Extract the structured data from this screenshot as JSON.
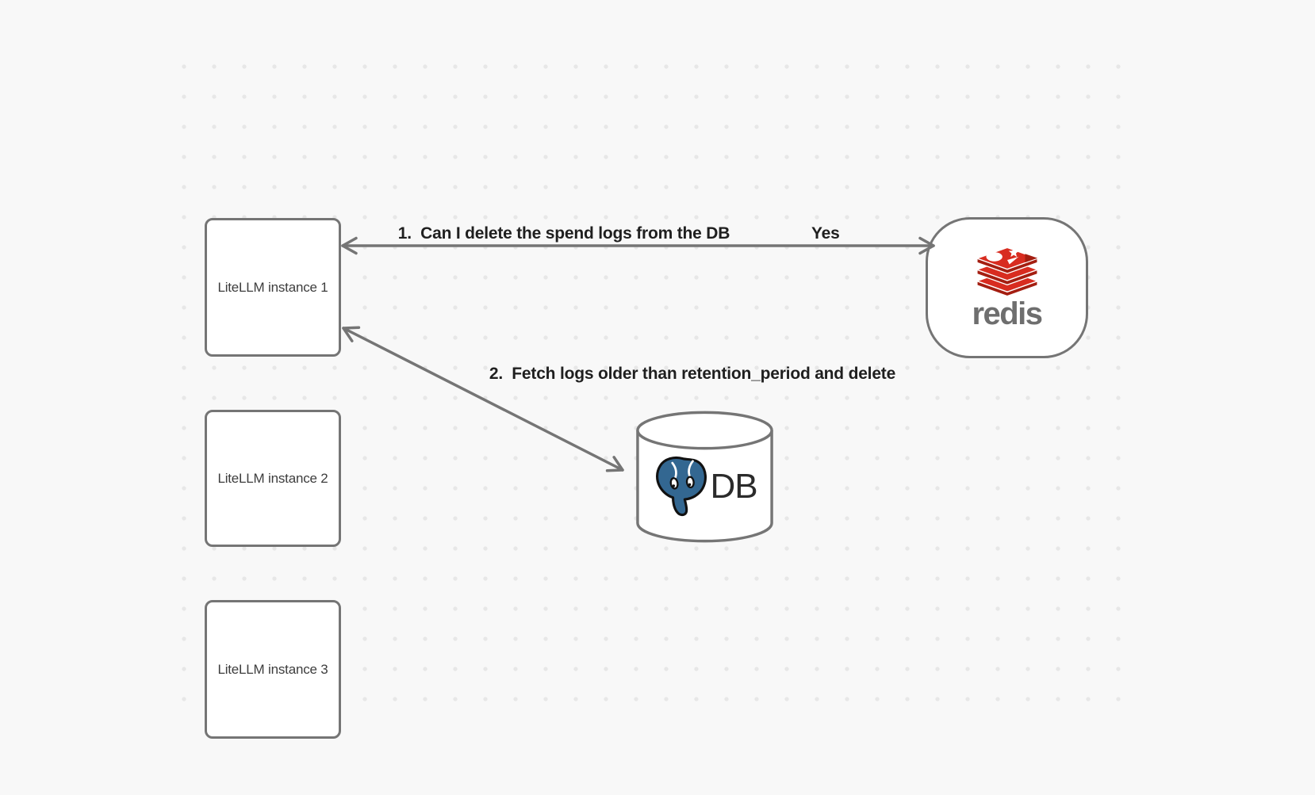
{
  "colors": {
    "bg": "#f8f8f8",
    "dot": "#e7e7e7",
    "stroke": "#757575",
    "edge-label-color": "#1f1f1f",
    "node-label-color": "#3d3d3d",
    "redis-red": "#d82c20",
    "redis-red-dark": "#a41e11",
    "redis-wordmark-color": "#6e6e6e",
    "pg-blue": "#336791",
    "db-text-color": "#2b2b2b"
  },
  "nodes": {
    "instance1": {
      "label": "LiteLLM instance 1"
    },
    "instance2": {
      "label": "LiteLLM instance 2"
    },
    "instance3": {
      "label": "LiteLLM instance 3"
    },
    "redis": {
      "wordmark": "redis"
    },
    "database": {
      "label": "DB"
    }
  },
  "edges": {
    "redis_query": {
      "label": "1.  Can I delete the spend logs from the DB",
      "reply": "Yes",
      "bidirectional": true
    },
    "db_fetch": {
      "label": "2.  Fetch logs older than retention_period and delete",
      "bidirectional": true
    }
  },
  "icons": {
    "redis": "redis-logo-icon",
    "postgres": "postgresql-elephant-icon",
    "database": "database-cylinder-icon"
  }
}
